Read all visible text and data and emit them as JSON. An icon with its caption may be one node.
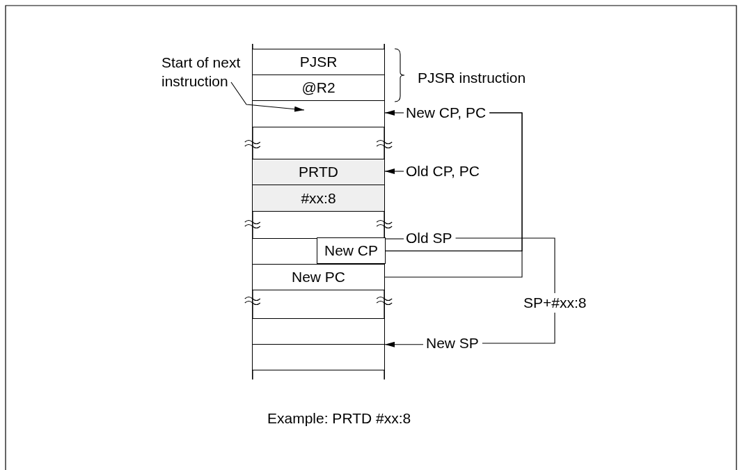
{
  "diagram": {
    "caption": "Example: PRTD #xx:8",
    "nodes": [
      {
        "text": [
          "Start of next instruction"
        ]
      },
      {
        "text": [
          "PJSR"
        ]
      },
      {
        "text": [
          "@R2"
        ]
      },
      {
        "text": [],
        "shape": "box"
      },
      {
        "text": [
          "New CP, PC"
        ]
      },
      {
        "text": [
          "PRTD"
        ]
      },
      {
        "text": [
          "#xx:8"
        ]
      },
      {
        "text": [
          "Old CP, PC"
        ]
      },
      {
        "text": [
          "Old SP"
        ]
      },
      {
        "text": [],
        "shape": "box"
      },
      {
        "text": [
          "New CP"
        ],
        "in": 9
      },
      {
        "text": [
          "New PC"
        ]
      },
      {
        "text": [],
        "shape": "box"
      },
      {
        "text": [],
        "shape": "box"
      },
      {
        "text": [
          "New SP"
        ]
      }
    ],
    "edges": [
      {
        "from": 0,
        "to": 3,
        "arrow": "to"
      },
      {
        "from": 4,
        "to": 3,
        "arrow": "to"
      },
      {
        "from": 7,
        "to": 5,
        "arrow": "to"
      },
      {
        "from": 10,
        "to": 4,
        "arrow": "none"
      },
      {
        "from": 11,
        "to": 4,
        "arrow": "none"
      },
      {
        "from": 8,
        "to": 9,
        "arrow": "none"
      },
      {
        "from": 8,
        "to": 14,
        "arrow": "none",
        "label": "SP+#xx:8"
      },
      {
        "from": 14,
        "to": 13,
        "arrow": "to"
      }
    ],
    "labels": [
      "PJSR instruction"
    ]
  }
}
